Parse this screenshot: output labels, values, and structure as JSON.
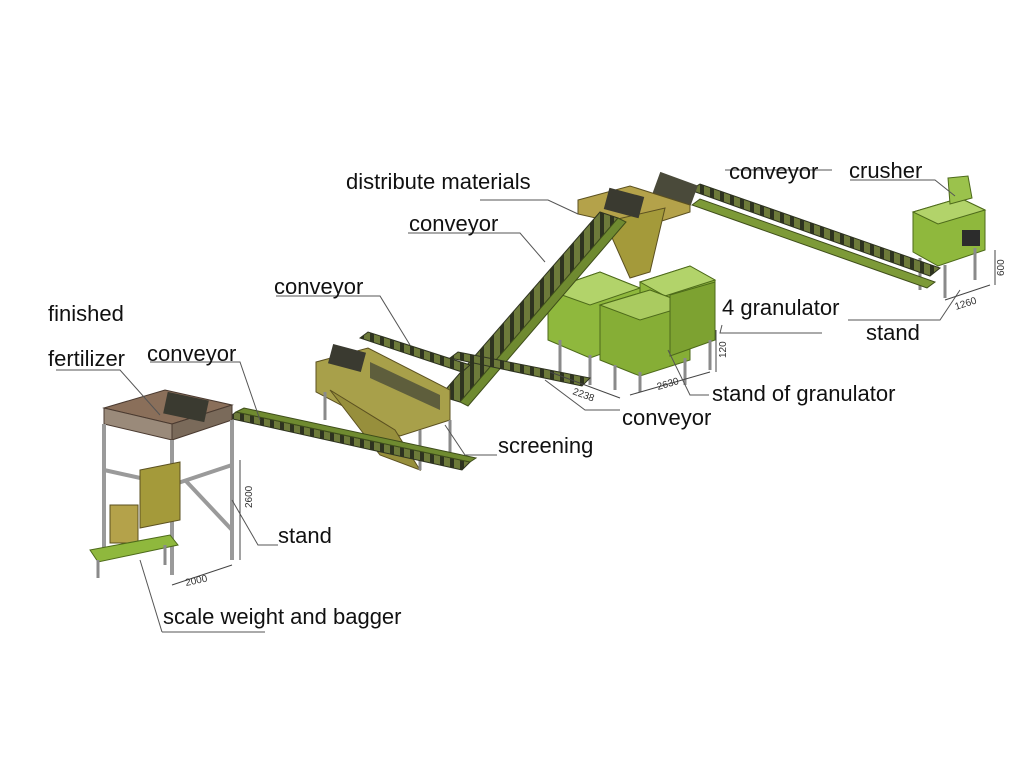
{
  "labels": {
    "distribute_materials": "distribute materials",
    "conveyor_top_right": "conveyor",
    "crusher": "crusher",
    "conveyor_incline": "conveyor",
    "conveyor_mid_left": "conveyor",
    "finished": "finished",
    "fertilizer": "fertilizer",
    "conveyor_left": "conveyor",
    "granulator_4": "4 granulator",
    "stand_right": "stand",
    "stand_of_granulator": "stand of granulator",
    "conveyor_bottom_mid": "conveyor",
    "screening": "screening",
    "stand_left": "stand",
    "scale_weight_bagger": "scale weight and bagger"
  },
  "dimensions": {
    "crusher_height": "600",
    "crusher_width": "1260",
    "granulator_height": "120",
    "granulator_width": "2630",
    "granulator_depth": "2238",
    "bagger_height": "2600",
    "bagger_width": "2000"
  },
  "colors": {
    "machine_green": "#8fb83d",
    "machine_dark_green": "#5f7f22",
    "hopper_olive": "#a49a3a",
    "frame_grey": "#9a9a9a",
    "belt_dark": "#3a3a30"
  }
}
